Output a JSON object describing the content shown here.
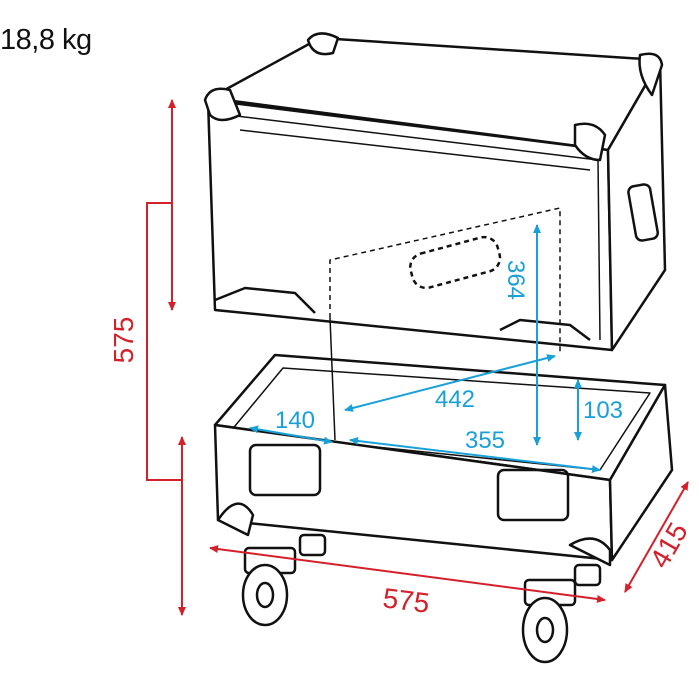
{
  "weight_label": "18,8 kg",
  "colors": {
    "outer_dimension": "#d4202a",
    "inner_dimension": "#1aa0d8",
    "outline": "#111111"
  },
  "outer_dimensions": {
    "height": "575",
    "width": "575",
    "depth": "415"
  },
  "inner_dimensions": {
    "lid_height": "364",
    "diagonal": "442",
    "left_compartment": "140",
    "inner_width": "355",
    "base_height": "103"
  }
}
